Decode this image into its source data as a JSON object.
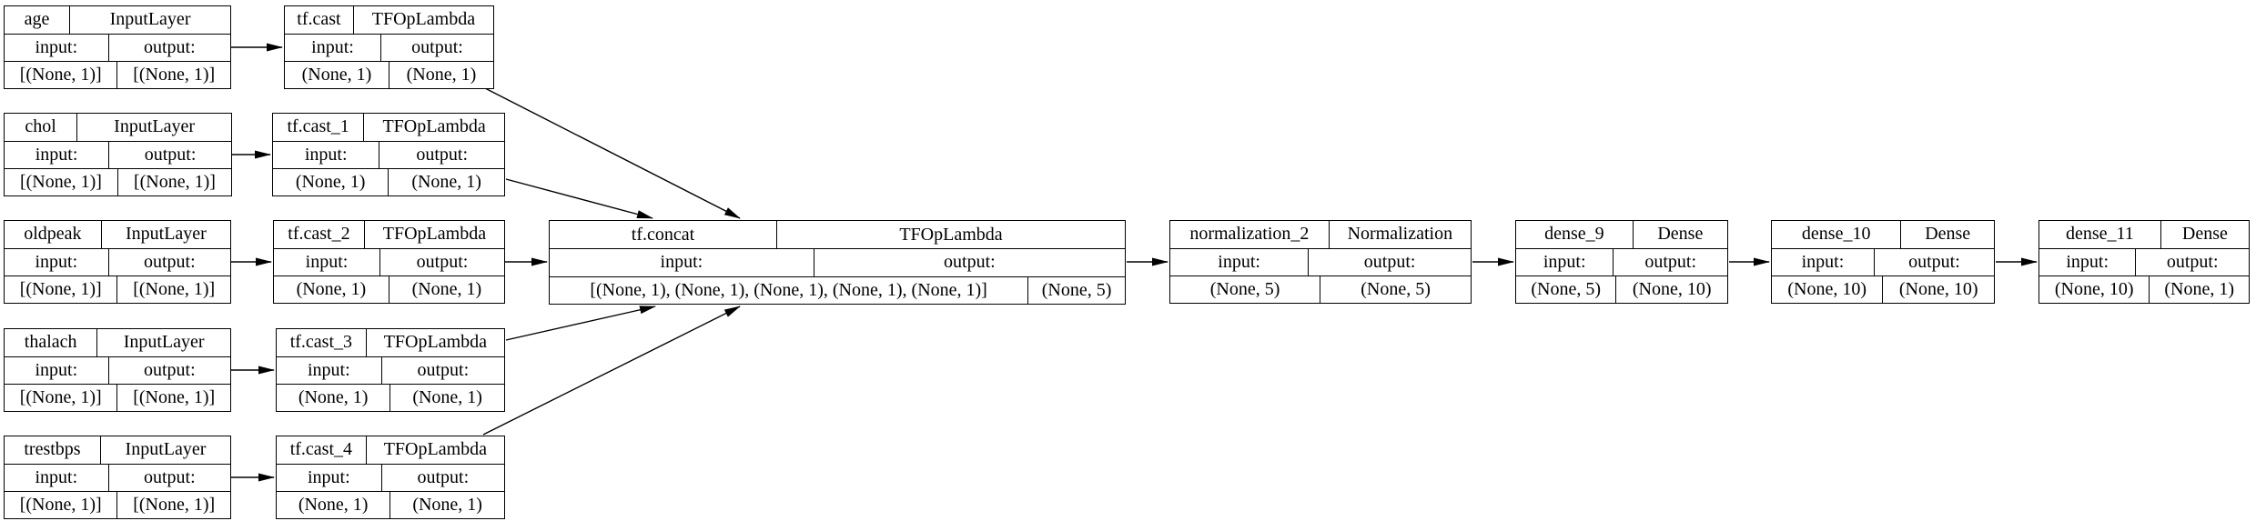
{
  "diagram": {
    "kind": "keras-model-graph",
    "background_color": "#ffffff",
    "line_color": "#000000",
    "nodes": [
      {
        "name": "age",
        "layer_class": "InputLayer",
        "input_label": "input:",
        "output_label": "output:",
        "input_shape": "[(None, 1)]",
        "output_shape": "[(None, 1)]"
      },
      {
        "name": "tf.cast",
        "layer_class": "TFOpLambda",
        "input_label": "input:",
        "output_label": "output:",
        "input_shape": "(None, 1)",
        "output_shape": "(None, 1)"
      },
      {
        "name": "chol",
        "layer_class": "InputLayer",
        "input_label": "input:",
        "output_label": "output:",
        "input_shape": "[(None, 1)]",
        "output_shape": "[(None, 1)]"
      },
      {
        "name": "tf.cast_1",
        "layer_class": "TFOpLambda",
        "input_label": "input:",
        "output_label": "output:",
        "input_shape": "(None, 1)",
        "output_shape": "(None, 1)"
      },
      {
        "name": "oldpeak",
        "layer_class": "InputLayer",
        "input_label": "input:",
        "output_label": "output:",
        "input_shape": "[(None, 1)]",
        "output_shape": "[(None, 1)]"
      },
      {
        "name": "tf.cast_2",
        "layer_class": "TFOpLambda",
        "input_label": "input:",
        "output_label": "output:",
        "input_shape": "(None, 1)",
        "output_shape": "(None, 1)"
      },
      {
        "name": "tf.concat",
        "layer_class": "TFOpLambda",
        "input_label": "input:",
        "output_label": "output:",
        "input_shape": "[(None, 1), (None, 1), (None, 1), (None, 1), (None, 1)]",
        "output_shape": "(None, 5)"
      },
      {
        "name": "normalization_2",
        "layer_class": "Normalization",
        "input_label": "input:",
        "output_label": "output:",
        "input_shape": "(None, 5)",
        "output_shape": "(None, 5)"
      },
      {
        "name": "dense_9",
        "layer_class": "Dense",
        "input_label": "input:",
        "output_label": "output:",
        "input_shape": "(None, 5)",
        "output_shape": "(None, 10)"
      },
      {
        "name": "dense_10",
        "layer_class": "Dense",
        "input_label": "input:",
        "output_label": "output:",
        "input_shape": "(None, 10)",
        "output_shape": "(None, 10)"
      },
      {
        "name": "dense_11",
        "layer_class": "Dense",
        "input_label": "input:",
        "output_label": "output:",
        "input_shape": "(None, 10)",
        "output_shape": "(None, 1)"
      },
      {
        "name": "thalach",
        "layer_class": "InputLayer",
        "input_label": "input:",
        "output_label": "output:",
        "input_shape": "[(None, 1)]",
        "output_shape": "[(None, 1)]"
      },
      {
        "name": "tf.cast_3",
        "layer_class": "TFOpLambda",
        "input_label": "input:",
        "output_label": "output:",
        "input_shape": "(None, 1)",
        "output_shape": "(None, 1)"
      },
      {
        "name": "trestbps",
        "layer_class": "InputLayer",
        "input_label": "input:",
        "output_label": "output:",
        "input_shape": "[(None, 1)]",
        "output_shape": "[(None, 1)]"
      },
      {
        "name": "tf.cast_4",
        "layer_class": "TFOpLambda",
        "input_label": "input:",
        "output_label": "output:",
        "input_shape": "(None, 1)",
        "output_shape": "(None, 1)"
      }
    ],
    "edges": [
      {
        "from": "age",
        "to": "tf.cast"
      },
      {
        "from": "chol",
        "to": "tf.cast_1"
      },
      {
        "from": "oldpeak",
        "to": "tf.cast_2"
      },
      {
        "from": "thalach",
        "to": "tf.cast_3"
      },
      {
        "from": "trestbps",
        "to": "tf.cast_4"
      },
      {
        "from": "tf.cast",
        "to": "tf.concat"
      },
      {
        "from": "tf.cast_1",
        "to": "tf.concat"
      },
      {
        "from": "tf.cast_2",
        "to": "tf.concat"
      },
      {
        "from": "tf.cast_3",
        "to": "tf.concat"
      },
      {
        "from": "tf.cast_4",
        "to": "tf.concat"
      },
      {
        "from": "tf.concat",
        "to": "normalization_2"
      },
      {
        "from": "normalization_2",
        "to": "dense_9"
      },
      {
        "from": "dense_9",
        "to": "dense_10"
      },
      {
        "from": "dense_10",
        "to": "dense_11"
      }
    ]
  }
}
